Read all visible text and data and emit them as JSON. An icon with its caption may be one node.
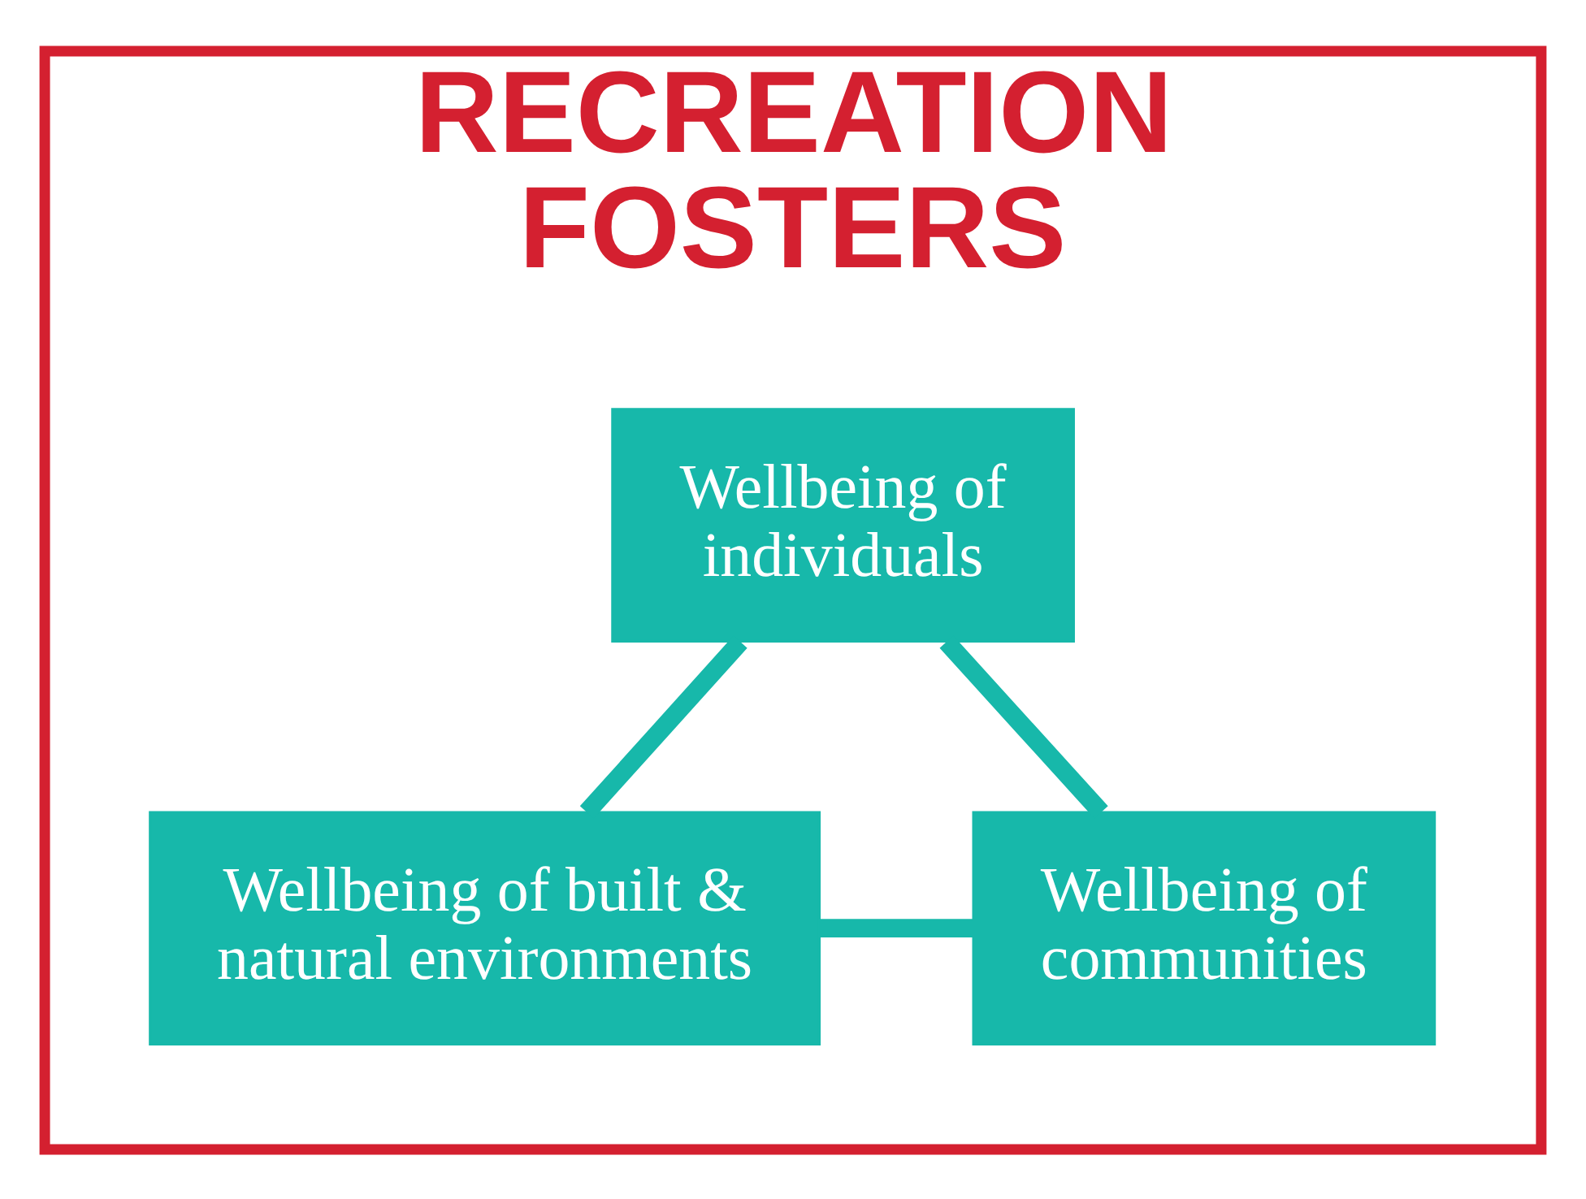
{
  "diagram": {
    "nodes": [
      {
        "text": [
          "RECREATION FOSTERS"
        ]
      },
      {
        "text": [
          "Wellbeing of individuals"
        ],
        "in": 0
      },
      {
        "text": [
          "Wellbeing of built & natural environments"
        ],
        "in": 0
      },
      {
        "text": [
          "Wellbeing of communities"
        ],
        "in": 0
      }
    ],
    "edges": [
      {
        "from": 1,
        "to": 2,
        "arrow": "none"
      },
      {
        "from": 1,
        "to": 3,
        "arrow": "none"
      },
      {
        "from": 2,
        "to": 3,
        "arrow": "none"
      }
    ]
  }
}
